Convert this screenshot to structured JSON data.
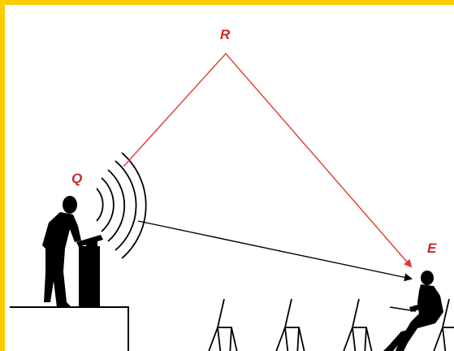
{
  "labels": {
    "source": "Q",
    "reflector": "R",
    "listener": "E"
  },
  "colors": {
    "frame": "#FFCC00",
    "reflected_path": "#E03A2E",
    "direct_path": "#000000",
    "label": "#C8282A",
    "figure": "#000000"
  },
  "icons": {
    "speaker": "person-bowing-icon",
    "lectern": "lectern-icon",
    "sound_waves": "sound-waves-icon",
    "listener": "seated-person-writing-icon",
    "chair": "chair-icon"
  }
}
